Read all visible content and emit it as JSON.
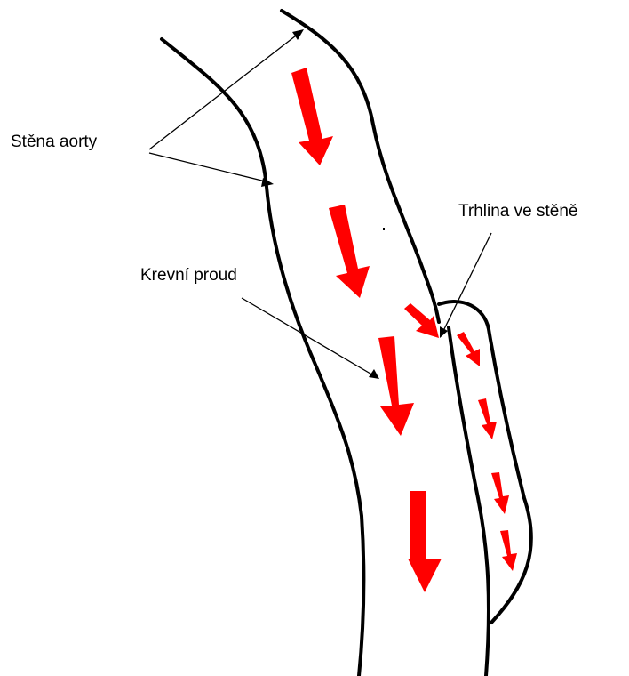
{
  "labels": {
    "aorta_wall": "Stěna aorty",
    "blood_flow": "Krevní proud",
    "wall_tear": "Trhlina ve stěně"
  },
  "colors": {
    "flow_arrows": "#ff0000",
    "walls": "#000000",
    "background": "#ffffff"
  }
}
